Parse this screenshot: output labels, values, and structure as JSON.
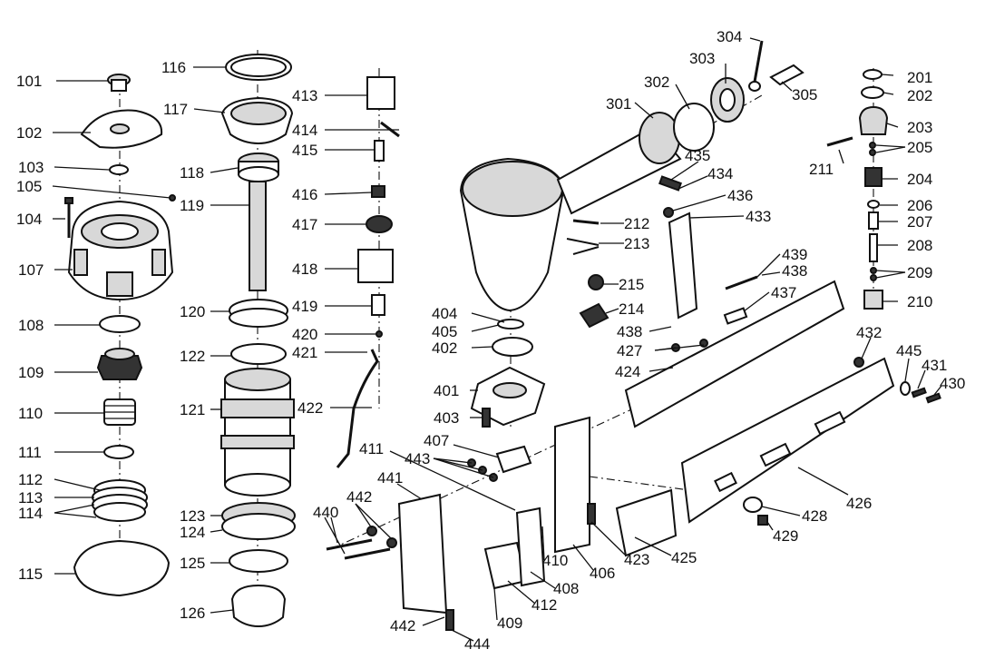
{
  "diagram": {
    "part_labels": [
      "101",
      "102",
      "103",
      "105",
      "104",
      "107",
      "108",
      "109",
      "110",
      "111",
      "112",
      "113",
      "114",
      "115",
      "116",
      "117",
      "118",
      "119",
      "120",
      "122",
      "121",
      "123",
      "124",
      "125",
      "126",
      "413",
      "414",
      "415",
      "416",
      "417",
      "418",
      "419",
      "420",
      "421",
      "422",
      "411",
      "440",
      "442",
      "441",
      "443",
      "407",
      "442",
      "444",
      "409",
      "412",
      "408",
      "410",
      "406",
      "301",
      "302",
      "303",
      "304",
      "305",
      "435",
      "434",
      "436",
      "433",
      "212",
      "213",
      "215",
      "214",
      "438",
      "427",
      "424",
      "404",
      "405",
      "402",
      "401",
      "403",
      "439",
      "438",
      "437",
      "432",
      "445",
      "431",
      "430",
      "426",
      "428",
      "429",
      "423",
      "425",
      "201",
      "202",
      "203",
      "211",
      "205",
      "204",
      "206",
      "207",
      "208",
      "209",
      "210"
    ]
  }
}
